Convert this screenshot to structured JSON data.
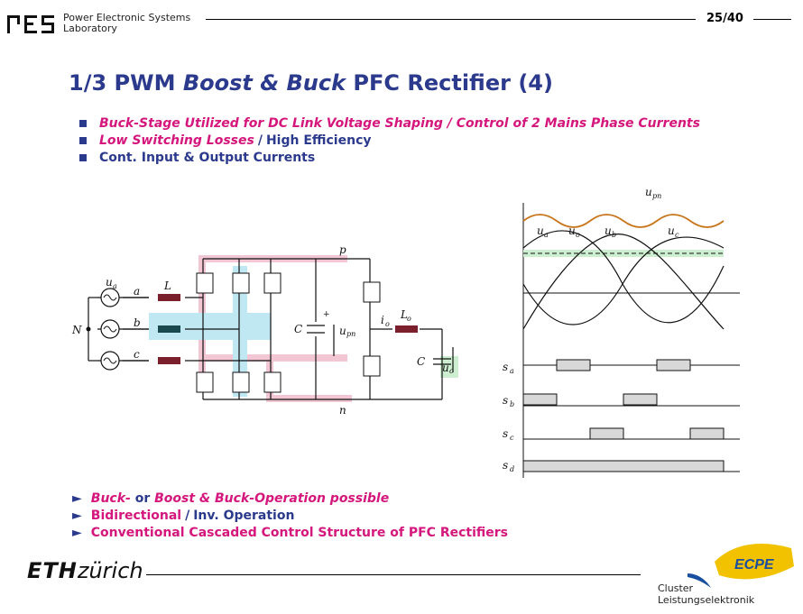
{
  "header": {
    "logo_text": "PES",
    "lab_line1": "Power Electronic Systems",
    "lab_line2": "Laboratory",
    "page_number": "25/40"
  },
  "title": {
    "prefix": "1/3 PWM ",
    "italic": "Boost & Buck",
    "suffix": " PFC Rectifier (4)"
  },
  "bullets": [
    {
      "italic": "Buck-Stage Utilized for DC Link Voltage Shaping / Control of 2 Mains Phase Currents"
    },
    {
      "italic": "Low Switching Losses",
      "sep": "/",
      "text": "High Efficiency"
    },
    {
      "text": "Cont. Input & Output Currents"
    }
  ],
  "circuit": {
    "labels": {
      "ua": "u",
      "ua_sub": "a",
      "a": "a",
      "b": "b",
      "c": "c",
      "N": "N",
      "L": "L",
      "C1": "C",
      "p": "p",
      "n": "n",
      "upn": "u",
      "upn_sub": "pn",
      "io": "i",
      "io_sub": "o",
      "Lo": "L",
      "Lo_sub": "o",
      "C2": "C",
      "uo": "u",
      "uo_sub": "o",
      "plus": "+",
      "minus": "-"
    }
  },
  "waveforms": {
    "labels": {
      "upn": "u",
      "upn_sub": "pn",
      "ua": "u",
      "ua_sub": "a",
      "uo": "u",
      "uo_sub": "o",
      "ub": "u",
      "ub_sub": "b",
      "uc": "u",
      "uc_sub": "c",
      "sa": "s",
      "sa_sub": "a",
      "sb": "s",
      "sb_sub": "b",
      "sc": "s",
      "sc_sub": "c",
      "sd": "s",
      "sd_sub": "d"
    }
  },
  "bottom_points": [
    {
      "part1": "Buck-",
      "plain": " or ",
      "part2": "Boost & Buck-Operation possible"
    },
    {
      "text": "Bidirectional",
      "sep": "/",
      "text2": "Inv. Operation"
    },
    {
      "text": "Conventional Cascaded Control Structure of PFC Rectifiers"
    }
  ],
  "footer": {
    "eth_bold": "ETH",
    "eth_rest": "zürich",
    "cluster_line1": "Cluster",
    "cluster_line2": "Leistungselektronik",
    "ecpe": "ECPE"
  },
  "colors": {
    "title_blue": "#2b3a8c",
    "accent_pink": "#d4167d",
    "highlight_pink": "#f2c6d3",
    "highlight_cyan": "#bfe8f2",
    "highlight_green": "#cdeed0",
    "upn_curve": "#c8741a"
  }
}
